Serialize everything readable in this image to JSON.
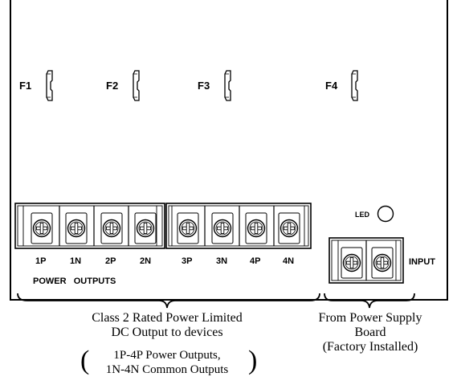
{
  "fuses": {
    "f1": "F1",
    "f2": "F2",
    "f3": "F3",
    "f4": "F4"
  },
  "output_terminals": [
    "1P",
    "1N",
    "2P",
    "2N",
    "3P",
    "3N",
    "4P",
    "4N"
  ],
  "power_outputs_label": "POWER   OUTPUTS",
  "led_label": "LED",
  "input_label": "INPUT",
  "output_caption": {
    "line1": "Class 2 Rated Power Limited",
    "line2": "DC Output to devices",
    "line3": "1P-4P Power Outputs,",
    "line4": "1N-4N Common Outputs"
  },
  "input_caption": {
    "line1": "From Power Supply",
    "line2": "Board",
    "line3": "(Factory Installed)"
  }
}
